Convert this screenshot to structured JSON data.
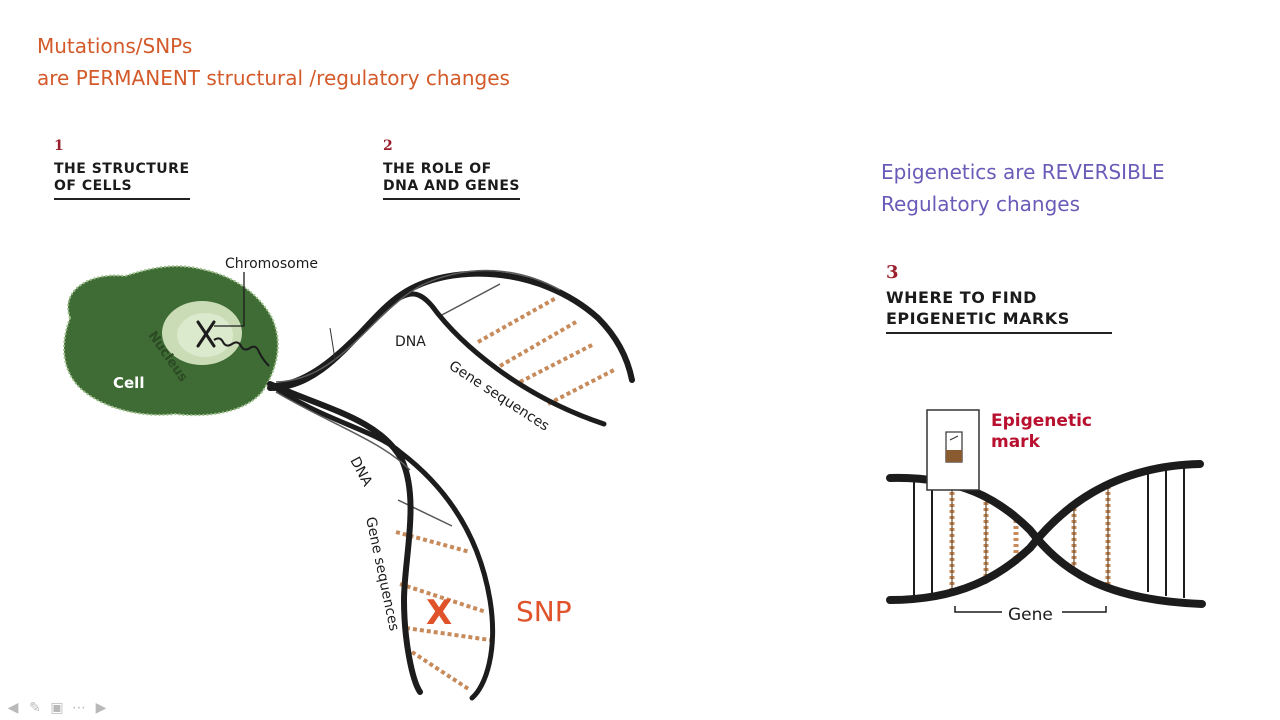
{
  "left_heading": {
    "line1": "Mutations/SNPs",
    "line2": "are PERMANENT structural /regulatory changes"
  },
  "right_heading": {
    "line1": "Epigenetics are REVERSIBLE",
    "line2": "Regulatory changes"
  },
  "panels": [
    {
      "number": "1",
      "title": "THE STRUCTURE\nOF CELLS"
    },
    {
      "number": "2",
      "title": "THE ROLE OF\nDNA AND GENES"
    },
    {
      "number": "3",
      "title": "WHERE TO FIND\nEPIGENETIC MARKS"
    }
  ],
  "labels": {
    "chromosome": "Chromosome",
    "nucleus": "Nucleus",
    "cell": "Cell",
    "dna_upper": "DNA",
    "gene_sequences_upper": "Gene sequences",
    "dna_lower": "DNA",
    "gene_sequences_lower": "Gene sequences",
    "snp_mark": "X",
    "snp": "SNP",
    "epigenetic_mark_line1": "Epigenetic",
    "epigenetic_mark_line2": "mark",
    "gene": "Gene"
  },
  "colors": {
    "orange_text": "#d35a2a",
    "purple_text": "#6a5bb8",
    "cell_green": "#3f6b35",
    "nucleus_light": "#c9dcb5",
    "rung_orange": "#c78a5a",
    "epigenetic_red": "#b8102e"
  },
  "nav_icons": [
    "arrow-left-icon",
    "pen-icon",
    "slides-icon",
    "more-icon",
    "arrow-right-icon"
  ]
}
